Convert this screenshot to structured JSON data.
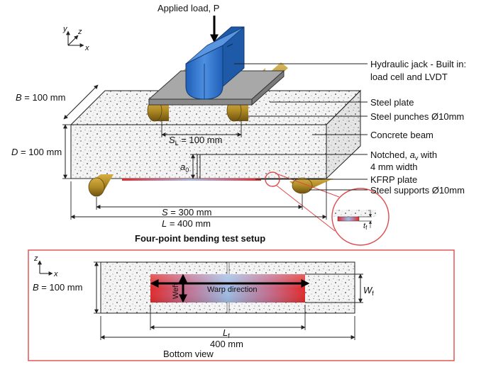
{
  "figure": {
    "applied_load": "Applied load, P",
    "axes_top": {
      "y": "y",
      "z": "z",
      "x": "x"
    },
    "axes_bottom": {
      "z": "z",
      "x": "x"
    },
    "labels": {
      "jack_line1": "Hydraulic jack - Built in:",
      "jack_line2": "load cell and LVDT",
      "steel_plate": "Steel plate",
      "steel_punches": "Steel punches Ø10mm",
      "concrete_beam": "Concrete beam",
      "notched_line1_pre": "Notched, ",
      "notched_var": "a",
      "notched_sub": "v",
      "notched_line1_post": " with",
      "notched_line2": "4 mm width",
      "kfrp_plate": "KFRP plate",
      "steel_supports": "Steel supports Ø10mm"
    },
    "dims": {
      "B_var": "B",
      "B_val": " = 100 mm",
      "D_var": "D",
      "D_val": " = 100 mm",
      "SL_var": "S",
      "SL_sub": "L",
      "SL_val": " = 100 mm",
      "a0_var": "a",
      "a0_sub": "0",
      "S_var": "S",
      "S_val": " = 300 mm",
      "L_var": "L",
      "L_val": " = 400 mm",
      "tf_var": "t",
      "tf_sub": "f",
      "bottom_B_var": "B",
      "bottom_B_val": " = 100 mm",
      "Wf_var": "W",
      "Wf_sub": "f",
      "Lf_var": "L",
      "Lf_sub": "f",
      "bottom_length": "400 mm"
    },
    "titles": {
      "top": "Four-point bending test setup",
      "bottom": "Bottom view"
    },
    "bottom_view": {
      "warp": "Warp direction",
      "weft": "Weft"
    },
    "colors": {
      "jack_blue": "#2a6fc9",
      "steel_gray": "#a8a8a8",
      "roller_gold": "#a07a18",
      "kfrp_red": "#e02b2b",
      "kfrp_blue": "#8ab4e0",
      "frame_red": "#e04a4a"
    }
  }
}
